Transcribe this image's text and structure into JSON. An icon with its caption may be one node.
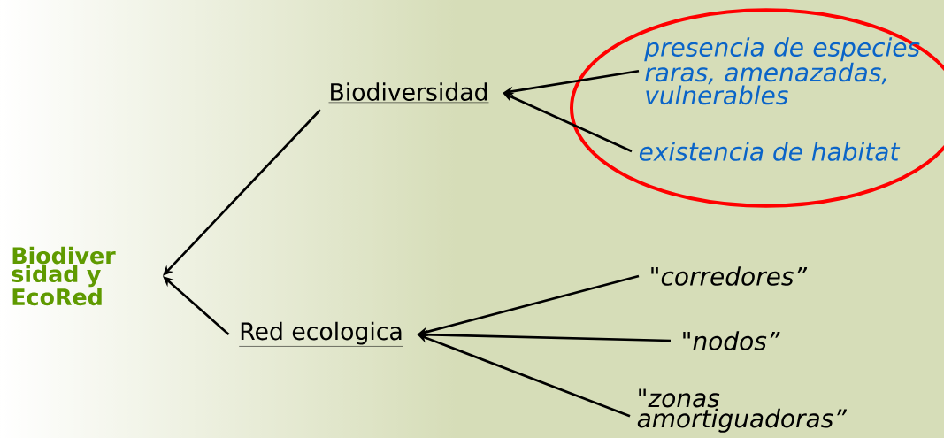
{
  "diagram": {
    "nodes": [
      {
        "text": [
          "Biodiver sidad y EcoRed"
        ]
      },
      {
        "text": [
          "Biodiversidad"
        ]
      },
      {
        "text": [
          "Red ecologica"
        ]
      },
      {
        "text": [],
        "shape": "ellipse"
      },
      {
        "text": [
          "presencia de especies raras, amenazadas, vulnerables"
        ],
        "in": 3
      },
      {
        "text": [
          "existencia de habitat"
        ],
        "in": 3
      },
      {
        "text": [
          "\"corredores”"
        ]
      },
      {
        "text": [
          "\"nodos”"
        ]
      },
      {
        "text": [
          "\"zonas amortiguadoras”"
        ]
      }
    ],
    "edges": [
      {
        "from": 1,
        "to": 0,
        "arrow": "to"
      },
      {
        "from": 2,
        "to": 0,
        "arrow": "to"
      },
      {
        "from": 4,
        "to": 1,
        "arrow": "to"
      },
      {
        "from": 5,
        "to": 1,
        "arrow": "to"
      },
      {
        "from": 6,
        "to": 2,
        "arrow": "to"
      },
      {
        "from": 7,
        "to": 2,
        "arrow": "to"
      },
      {
        "from": 8,
        "to": 2,
        "arrow": "to"
      }
    ]
  }
}
